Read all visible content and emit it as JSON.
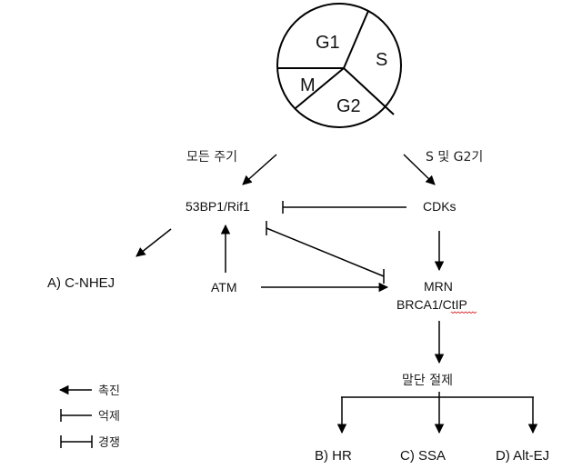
{
  "cell_cycle": {
    "phases": {
      "g1": "G1",
      "s": "S",
      "g2": "G2",
      "m": "M"
    }
  },
  "labels": {
    "all_phases": "모든 주기",
    "s_and_g2": "S 및 G2기",
    "bp53_rif1": "53BP1/Rif1",
    "cdks": "CDKs",
    "atm": "ATM",
    "mrn": "MRN",
    "brca1_ctip": "BRCA1/CtIP",
    "end_resection": "말단 절제"
  },
  "pathways": {
    "c_nhej": "A) C-NHEJ",
    "hr": "B) HR",
    "ssa": "C) SSA",
    "alt_ej": "D) Alt-EJ"
  },
  "legend": {
    "promote": "촉진",
    "inhibit": "억제",
    "compete": "경쟁"
  }
}
